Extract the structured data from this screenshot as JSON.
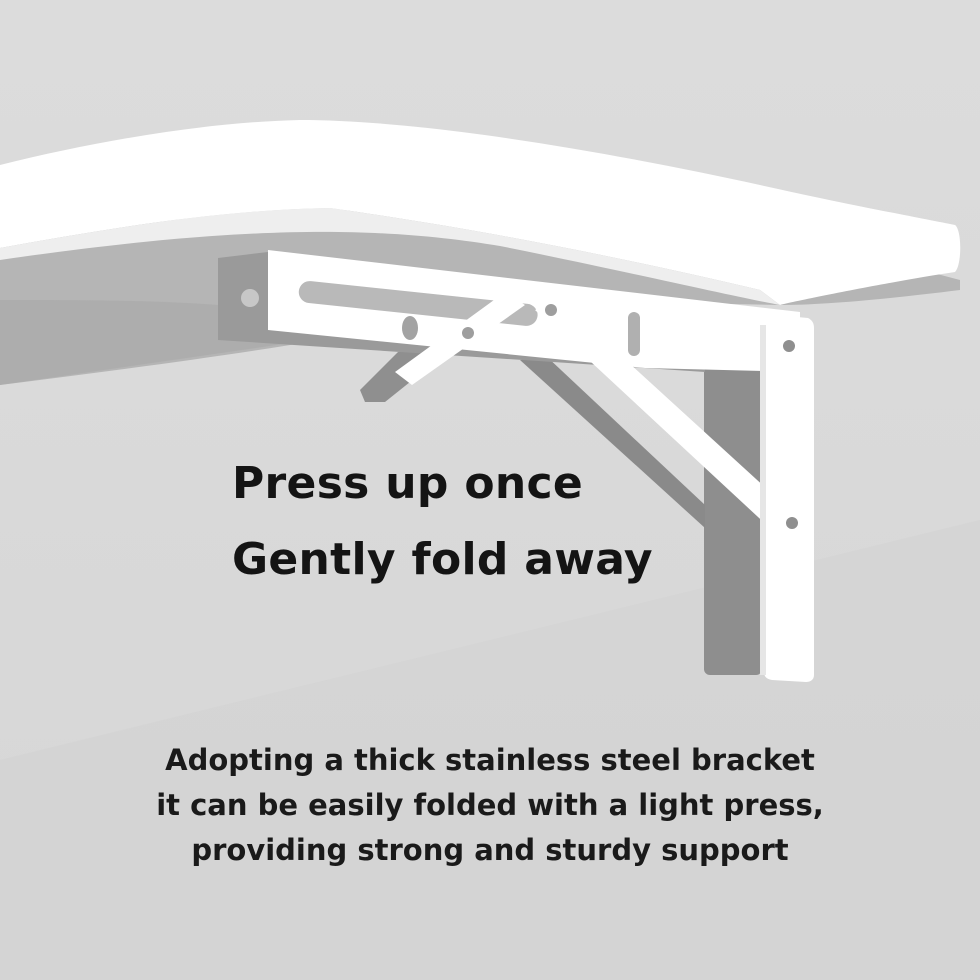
{
  "headline": {
    "line1": "Press up once",
    "line2": "Gently fold away"
  },
  "description": {
    "line1": "Adopting a thick stainless steel bracket",
    "line2": "it can be easily folded with a light press,",
    "line3": "providing strong and sturdy support"
  },
  "colors": {
    "background": "#d9d9d9",
    "shelf": "#ffffff",
    "bracket": "#ffffff",
    "shadow": "#8a8a8a",
    "text": "#141414"
  }
}
